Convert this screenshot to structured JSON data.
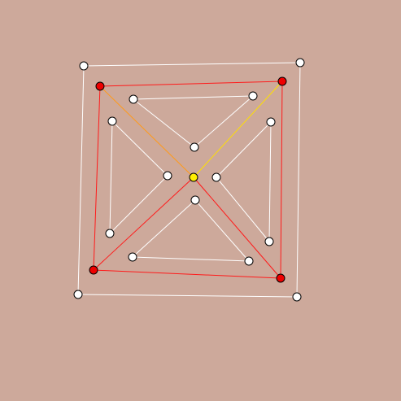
{
  "game": {
    "type": "graph-untangle-puzzle",
    "colors": {
      "background": "#cda99b",
      "edge_default": "#ffffff",
      "edge_highlighted": "#ff1a1a",
      "edge_selected_a": "#ff9a1a",
      "edge_selected_b": "#ffe000",
      "node_default": "#ffffff",
      "node_highlighted": "#ee0000",
      "node_selected": "#ffee00",
      "node_stroke": "#000000"
    },
    "nodes": [
      {
        "id": "outer-tl",
        "state": "default"
      },
      {
        "id": "outer-tr",
        "state": "default"
      },
      {
        "id": "outer-bl",
        "state": "default"
      },
      {
        "id": "outer-br",
        "state": "default"
      },
      {
        "id": "red-tl",
        "state": "highlighted"
      },
      {
        "id": "red-tr",
        "state": "highlighted"
      },
      {
        "id": "red-bl",
        "state": "highlighted"
      },
      {
        "id": "red-br",
        "state": "highlighted"
      },
      {
        "id": "top-tri-l",
        "state": "default"
      },
      {
        "id": "top-tri-r",
        "state": "default"
      },
      {
        "id": "top-tri-apex",
        "state": "default"
      },
      {
        "id": "right-tri-t",
        "state": "default"
      },
      {
        "id": "right-tri-b",
        "state": "default"
      },
      {
        "id": "right-tri-apex",
        "state": "default"
      },
      {
        "id": "bottom-tri-l",
        "state": "default"
      },
      {
        "id": "bottom-tri-r",
        "state": "default"
      },
      {
        "id": "bottom-tri-apex",
        "state": "default"
      },
      {
        "id": "left-tri-t",
        "state": "default"
      },
      {
        "id": "left-tri-b",
        "state": "default"
      },
      {
        "id": "left-tri-apex",
        "state": "default"
      },
      {
        "id": "center",
        "state": "selected"
      }
    ],
    "edges": [
      {
        "a": "outer-tl",
        "b": "outer-tr",
        "style": "default"
      },
      {
        "a": "outer-tr",
        "b": "outer-br",
        "style": "default"
      },
      {
        "a": "outer-br",
        "b": "outer-bl",
        "style": "default"
      },
      {
        "a": "outer-bl",
        "b": "outer-tl",
        "style": "default"
      },
      {
        "a": "red-tl",
        "b": "red-tr",
        "style": "highlighted"
      },
      {
        "a": "red-tr",
        "b": "red-br",
        "style": "highlighted"
      },
      {
        "a": "red-br",
        "b": "red-bl",
        "style": "highlighted"
      },
      {
        "a": "red-bl",
        "b": "red-tl",
        "style": "highlighted"
      },
      {
        "a": "red-bl",
        "b": "center",
        "style": "highlighted"
      },
      {
        "a": "red-br",
        "b": "center",
        "style": "highlighted"
      },
      {
        "a": "red-tl",
        "b": "center",
        "style": "selected_a"
      },
      {
        "a": "red-tr",
        "b": "center",
        "style": "selected_b"
      },
      {
        "a": "top-tri-l",
        "b": "top-tri-r",
        "style": "default"
      },
      {
        "a": "top-tri-l",
        "b": "top-tri-apex",
        "style": "default"
      },
      {
        "a": "top-tri-r",
        "b": "top-tri-apex",
        "style": "default"
      },
      {
        "a": "right-tri-t",
        "b": "right-tri-b",
        "style": "default"
      },
      {
        "a": "right-tri-t",
        "b": "right-tri-apex",
        "style": "default"
      },
      {
        "a": "right-tri-b",
        "b": "right-tri-apex",
        "style": "default"
      },
      {
        "a": "bottom-tri-l",
        "b": "bottom-tri-r",
        "style": "default"
      },
      {
        "a": "bottom-tri-l",
        "b": "bottom-tri-apex",
        "style": "default"
      },
      {
        "a": "bottom-tri-r",
        "b": "bottom-tri-apex",
        "style": "default"
      },
      {
        "a": "left-tri-t",
        "b": "left-tri-b",
        "style": "default"
      },
      {
        "a": "left-tri-t",
        "b": "left-tri-apex",
        "style": "default"
      },
      {
        "a": "left-tri-b",
        "b": "left-tri-apex",
        "style": "default"
      }
    ]
  }
}
